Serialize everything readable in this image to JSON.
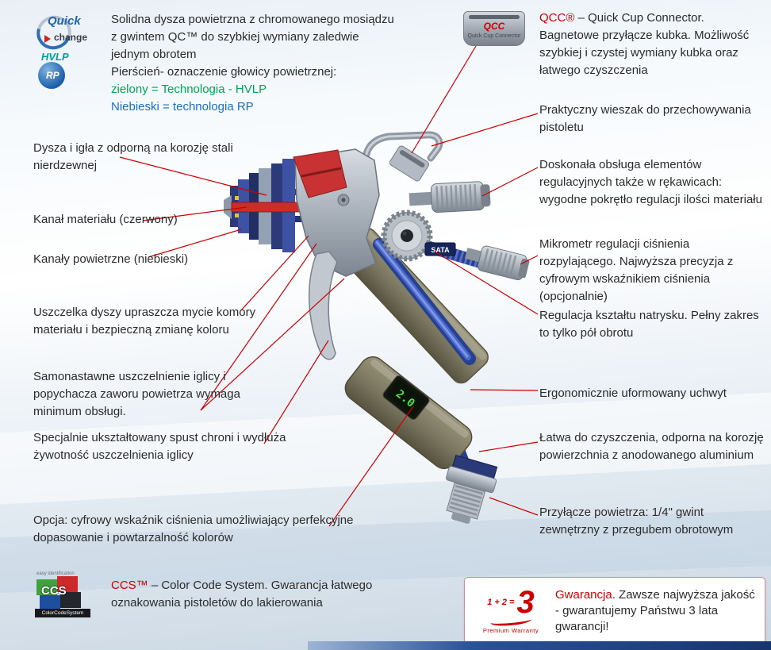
{
  "colors": {
    "accent_red": "#cc0000",
    "hvlp_green": "#00a651",
    "rp_blue": "#1a6fbd",
    "lcd_green": "#4fe04a",
    "leader_line": "#cc0000"
  },
  "top_left": {
    "qc_icon": {
      "top": "Quick",
      "bottom": "change"
    },
    "hvlp_icon": {
      "top": "HVLP",
      "bottom": "RP"
    },
    "para1": "Solidna dysza powietrzna z chromowanego mosiądzu z gwintem QC™ do szybkiej wymiany zaledwie jednym obrotem",
    "para2": "Pierścień- oznaczenie głowicy powietrznej:",
    "green_line": "zielony = Technologia - HVLP",
    "blue_line": "Niebieski = technologia RP"
  },
  "top_right": {
    "icon": {
      "title": "QCC",
      "sub": "Quick Cup Connector"
    },
    "lead": "QCC®",
    "text": " – Quick Cup Connector. Bagnetowe przyłącze kubka. Możliwość szybkiej i czystej wymiany kubka oraz łatwego czyszczenia"
  },
  "left_annotations": [
    {
      "text": "Dysza i igła z odporną na korozję stali nierdzewnej"
    },
    {
      "text": "Kanał materiału (czerwony)"
    },
    {
      "text": "Kanały powietrzne (niebieski)"
    },
    {
      "text": "Uszczelka dyszy upraszcza mycie komory materiału i bezpieczną zmianę koloru"
    },
    {
      "text": "Samonastawne uszczelnienie iglicy i popychacza zaworu powietrza wymaga minimum obsługi."
    },
    {
      "text": "Specjalnie ukształtowany spust chroni i wydłuża żywotność uszczelnienia iglicy"
    },
    {
      "text": "Opcja: cyfrowy wskaźnik ciśnienia umożliwiający perfekcyjne dopasowanie i powtarzalność kolorów"
    }
  ],
  "right_annotations": [
    {
      "text": "Praktyczny wieszak do przechowywania pistoletu"
    },
    {
      "text": "Doskonała obsługa elementów regulacyjnych także w rękawicach: wygodne pokrętło regulacji ilości materiału"
    },
    {
      "text": "Mikrometr regulacji ciśnienia rozpylającego. Najwyższa precyzja z cyfrowym wskaźnikiem ciśnienia (opcjonalnie)"
    },
    {
      "text": "Regulacja kształtu natrysku. Pełny zakres to tylko pół obrotu"
    },
    {
      "text": "Ergonomicznie uformowany uchwyt"
    },
    {
      "text": "Łatwa do czyszczenia, odporna na korozję powierzchnia z anodowanego aluminium"
    },
    {
      "text": "Przyłącze powietrza: 1/4\" gwint zewnętrzny z przegubem obrotowym"
    }
  ],
  "bottom_left": {
    "icon": {
      "tag": "easy identification",
      "title": "CCS",
      "sub": "ColorCodeSystem"
    },
    "lead": "CCS™",
    "text": " – Color Code System. Gwarancja łatwego oznakowania pistoletów do lakierowania"
  },
  "bottom_right": {
    "badge": {
      "eq": "1 + 2 =",
      "big": "3",
      "sub": "Premium Warranty"
    },
    "lead": "Gwarancja.",
    "text": " Zawsze najwyższa jakość - gwarantujemy Państwu 3 lata gwarancji!"
  },
  "gun": {
    "brand": "SATA",
    "display_value": "2.0"
  }
}
